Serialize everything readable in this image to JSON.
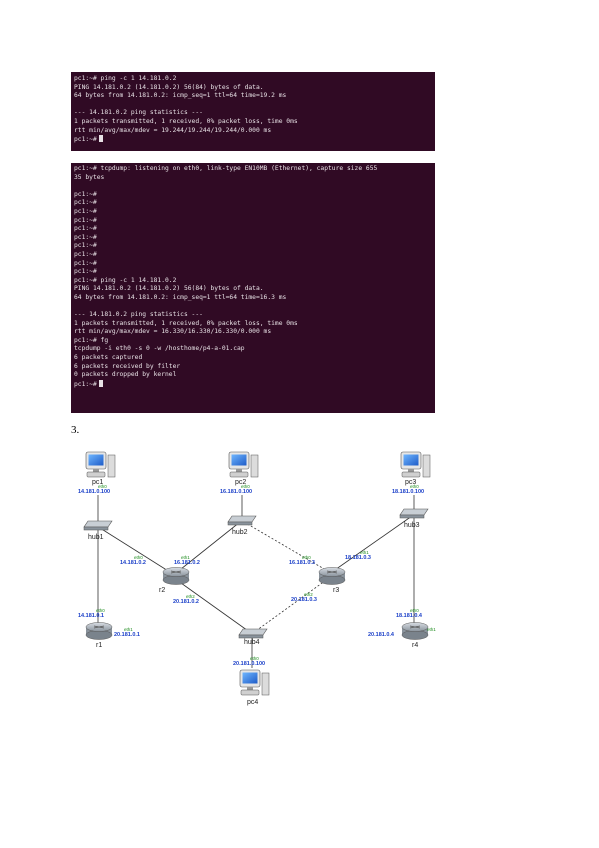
{
  "terminal1": {
    "lines": [
      "pc1:~# ping -c 1 14.181.0.2",
      "PING 14.181.0.2 (14.181.0.2) 56(84) bytes of data.",
      "64 bytes from 14.181.0.2: icmp_seq=1 ttl=64 time=19.2 ms",
      "",
      "--- 14.181.0.2 ping statistics ---",
      "1 packets transmitted, 1 received, 0% packet loss, time 0ms",
      "rtt min/avg/max/mdev = 19.244/19.244/19.244/0.000 ms"
    ],
    "prompt": "pc1:~#"
  },
  "terminal2": {
    "lines": [
      "pc1:~# tcpdump: listening on eth0, link-type EN10MB (Ethernet), capture size 655",
      "35 bytes",
      "",
      "pc1:~#",
      "pc1:~#",
      "pc1:~#",
      "pc1:~#",
      "pc1:~#",
      "pc1:~#",
      "pc1:~#",
      "pc1:~#",
      "pc1:~#",
      "pc1:~#",
      "pc1:~# ping -c 1 14.181.0.2",
      "PING 14.181.0.2 (14.181.0.2) 56(84) bytes of data.",
      "64 bytes from 14.181.0.2: icmp_seq=1 ttl=64 time=16.3 ms",
      "",
      "--- 14.181.0.2 ping statistics ---",
      "1 packets transmitted, 1 received, 0% packet loss, time 0ms",
      "rtt min/avg/max/mdev = 16.330/16.330/16.330/0.000 ms",
      "pc1:~# fg",
      "tcpdump -i eth0 -s 0 -w /hosthome/p4-a-01.cap",
      "6 packets captured",
      "6 packets received by filter",
      "0 packets dropped by kernel"
    ],
    "prompt": "pc1:~#"
  },
  "step_label": "3.",
  "network": {
    "nodes": {
      "pc1": {
        "name": "pc1",
        "ip": "14.181.0.100"
      },
      "pc2": {
        "name": "pc2",
        "ip": "16.181.0.100"
      },
      "pc3": {
        "name": "pc3",
        "ip": "18.181.0.100"
      },
      "pc4": {
        "name": "pc4",
        "ip": "20.181.0.100"
      },
      "hub1": {
        "name": "hub1"
      },
      "hub2": {
        "name": "hub2"
      },
      "hub3": {
        "name": "hub3"
      },
      "hub4": {
        "name": "hub4"
      },
      "r1": {
        "name": "r1",
        "ip_top": "14.181.0.1",
        "ip_right": "20.181.0.1"
      },
      "r2": {
        "name": "r2",
        "ip_left": "14.181.0.2",
        "ip_right": "16.181.0.2",
        "ip_bottom": "20.181.0.2"
      },
      "r3": {
        "name": "r3",
        "ip_left": "16.181.0.3",
        "ip_right": "18.181.0.3",
        "ip_bottom": "20.181.0.3"
      },
      "r4": {
        "name": "r4",
        "ip_top": "18.181.0.4",
        "ip_right": "20.181.0.4"
      }
    },
    "iface": "eth0",
    "iface1": "eth1",
    "iface2": "eth2"
  },
  "colors": {
    "terminal_bg": "#300a24",
    "terminal_fg": "#e8e2e6",
    "ip_label": "#1a3fc8",
    "iface_label": "#1a8a1a",
    "link": "#333333"
  }
}
